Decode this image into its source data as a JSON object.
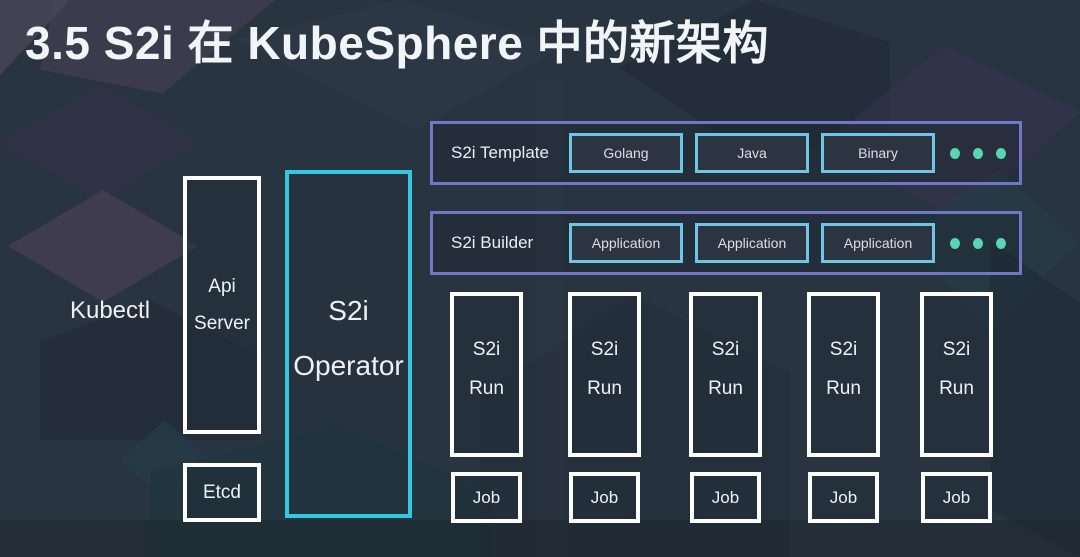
{
  "title": "3.5 S2i 在 KubeSphere 中的新架构",
  "left_panel": {
    "kubectl": "Kubectl",
    "api_server_line1": "Api",
    "api_server_line2": "Server",
    "etcd": "Etcd",
    "operator_line1": "S2i",
    "operator_line2": "Operator"
  },
  "template_row": {
    "label": "S2i Template",
    "items": [
      "Golang",
      "Java",
      "Binary"
    ],
    "ellipsis_dot_count": 3
  },
  "builder_row": {
    "label": "S2i Builder",
    "items": [
      "Application",
      "Application",
      "Application"
    ],
    "ellipsis_dot_count": 3
  },
  "run_columns": [
    {
      "line1": "S2i",
      "line2": "Run",
      "job": "Job"
    },
    {
      "line1": "S2i",
      "line2": "Run",
      "job": "Job"
    },
    {
      "line1": "S2i",
      "line2": "Run",
      "job": "Job"
    },
    {
      "line1": "S2i",
      "line2": "Run",
      "job": "Job"
    },
    {
      "line1": "S2i",
      "line2": "Run",
      "job": "Job"
    }
  ],
  "colors": {
    "title_text": "#f2f5f7",
    "white_border": "#ffffff",
    "cyan_border": "#35c7dd",
    "light_cyan_border": "#6cc6e4",
    "purple_border": "#7177c5",
    "dot_teal": "#56d6b2",
    "background": "#293441"
  }
}
